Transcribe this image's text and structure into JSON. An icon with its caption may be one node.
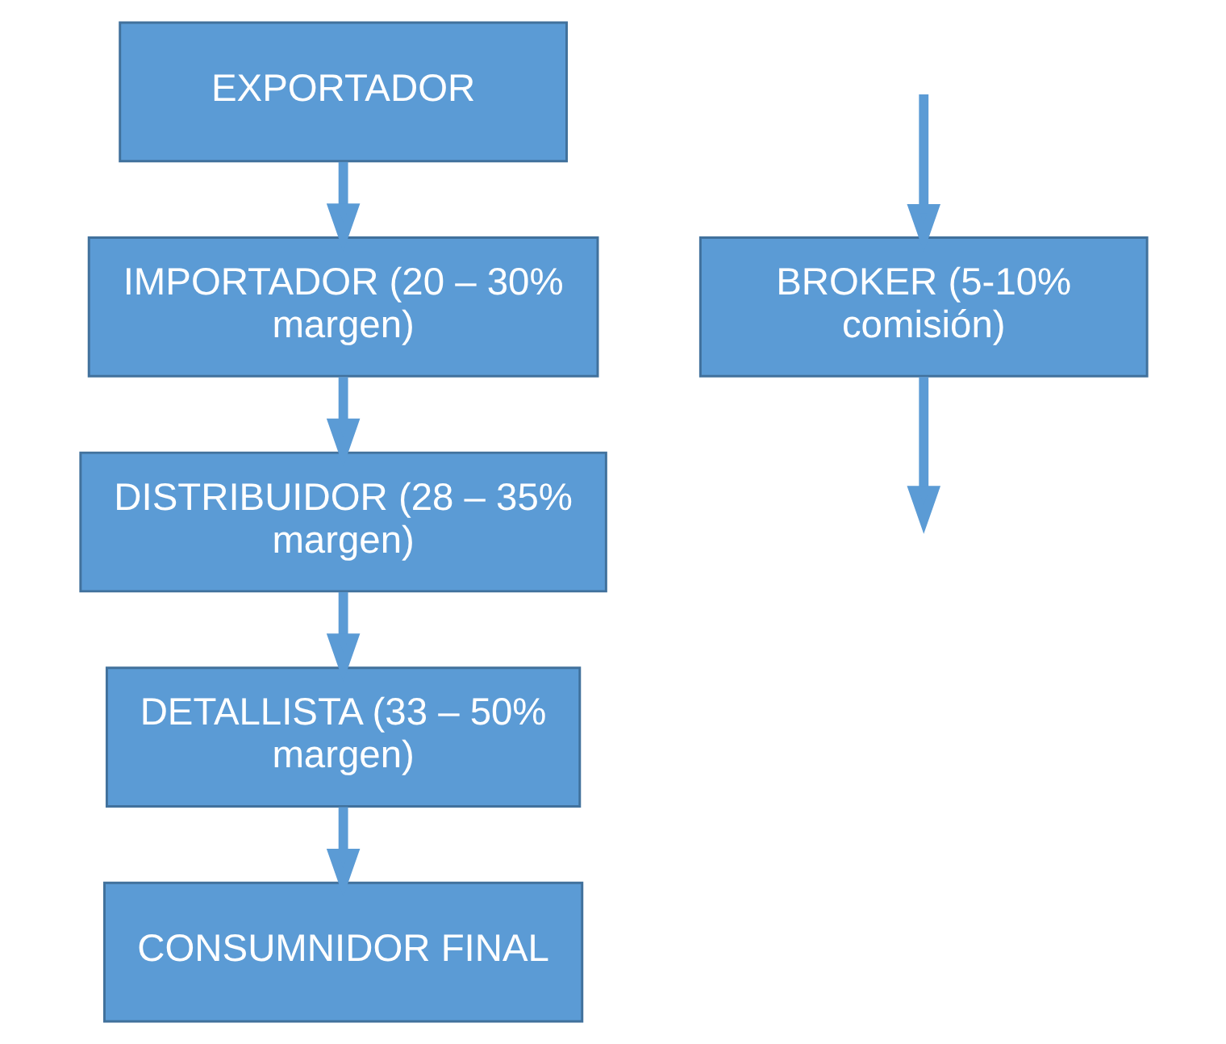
{
  "diagram": {
    "nodes": [
      {
        "text": [
          "EXPORTADOR"
        ]
      },
      {
        "text": [
          "IMPORTADOR (20 – 30% margen)"
        ]
      },
      {
        "text": [
          "BROKER (5-10% comisión)"
        ]
      },
      {
        "text": [
          "DISTRIBUIDOR (28 – 35% margen)"
        ]
      },
      {
        "text": [
          "DETALLISTA (33 – 50% margen)"
        ]
      },
      {
        "text": [
          "CONSUMNIDOR FINAL"
        ]
      }
    ],
    "edges": [
      {
        "from": 0,
        "to": 1,
        "arrow": "to"
      },
      {
        "from": 1,
        "to": 3,
        "arrow": "to"
      },
      {
        "from": null,
        "to": 2,
        "arrow": "to"
      },
      {
        "from": 2,
        "to": null,
        "arrow": "to"
      },
      {
        "from": 3,
        "to": 4,
        "arrow": "to"
      },
      {
        "from": 4,
        "to": 5,
        "arrow": "to"
      }
    ]
  }
}
